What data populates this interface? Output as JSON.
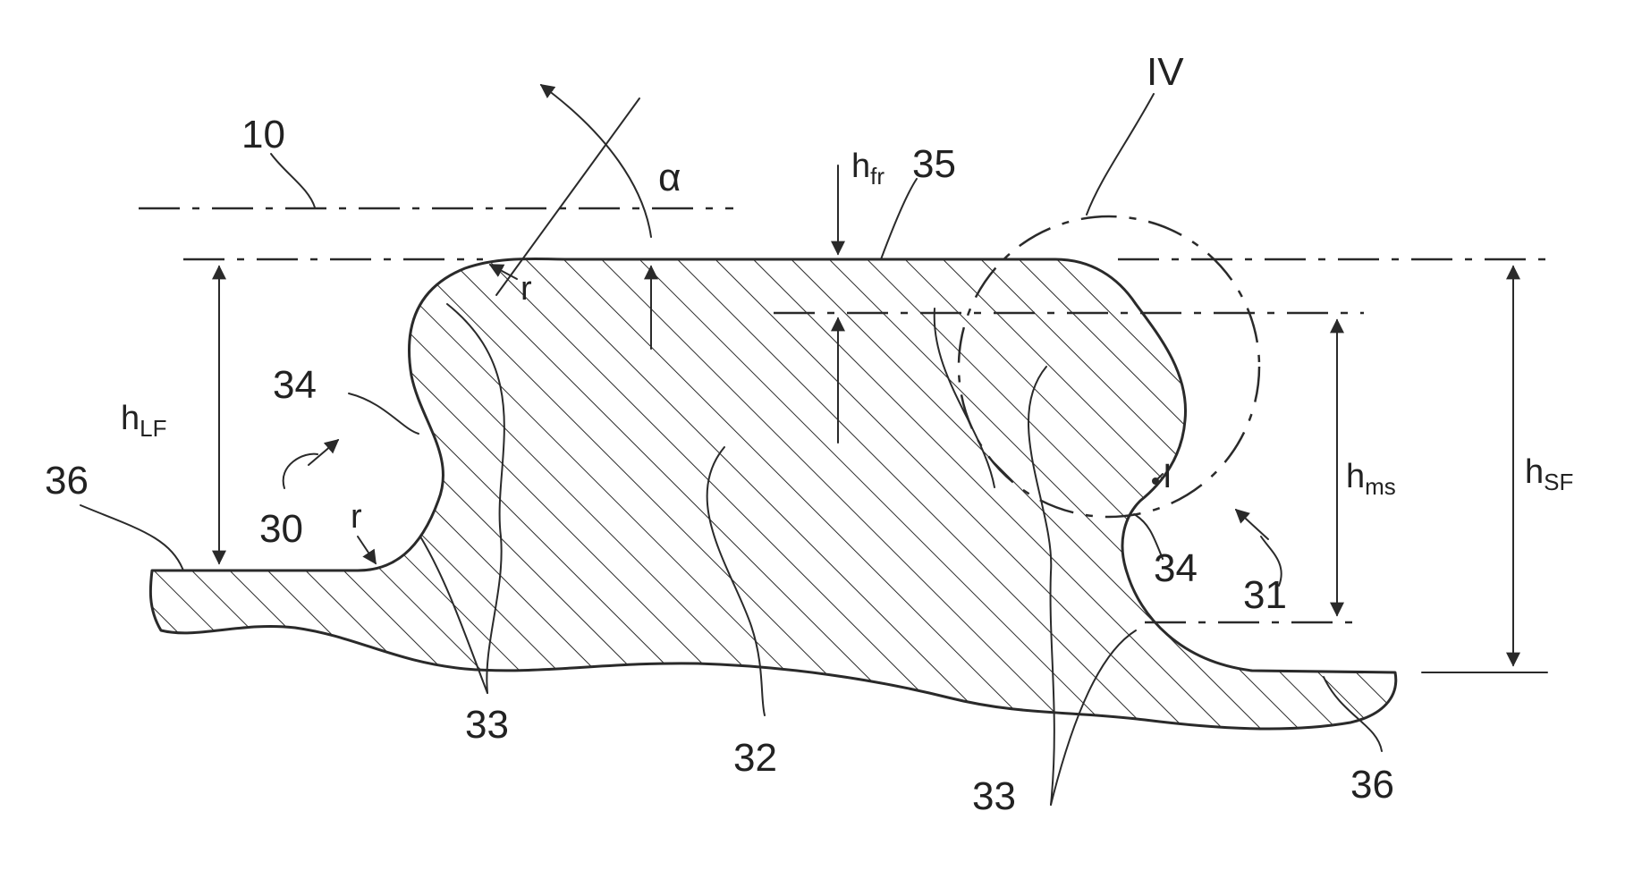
{
  "labels": {
    "ref_10": "10",
    "ref_iv": "IV",
    "alpha": "α",
    "r_top": "r",
    "r_bottom": "r",
    "ref_34_left": "34",
    "ref_34_right": "34",
    "ref_30": "30",
    "ref_31": "31",
    "ref_32": "32",
    "ref_33_left": "33",
    "ref_33_right": "33",
    "ref_35": "35",
    "ref_36_left": "36",
    "ref_36_right": "36",
    "point_i": "I"
  },
  "dimensions": {
    "hlf_main": "h",
    "hlf_sub": "LF",
    "hfr_main": "h",
    "hfr_sub": "fr",
    "hms_main": "h",
    "hms_sub": "ms",
    "hsf_main": "h",
    "hsf_sub": "SF"
  },
  "colors": {
    "ink": "#2a2a2a",
    "background": "#ffffff"
  }
}
